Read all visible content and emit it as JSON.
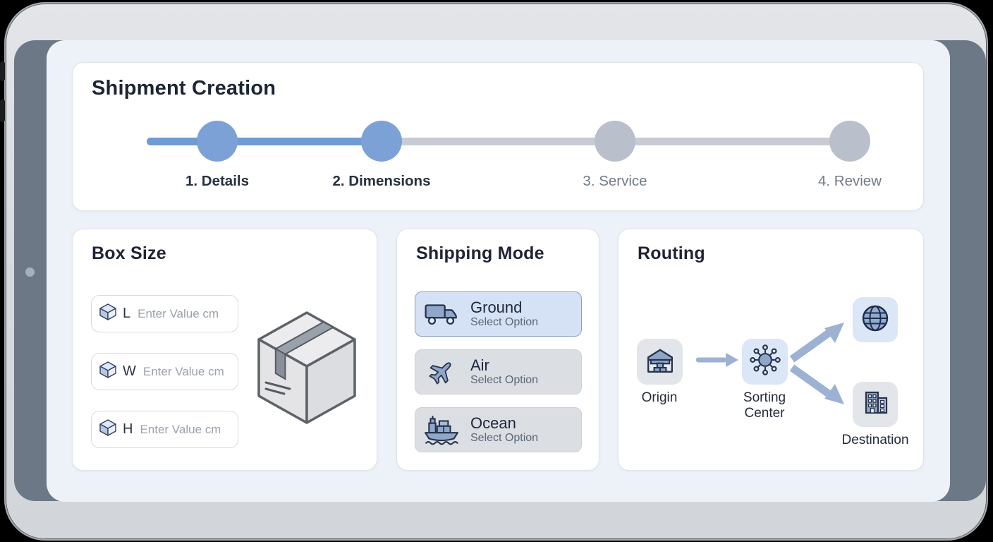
{
  "colors": {
    "accent_blue": "#7ba1d7",
    "accent_blue_line": "#6f9bd3",
    "inactive_gray": "#b9c0cb",
    "selected_option_bg": "#d5e1f5",
    "selected_option_border": "#8aa0c2",
    "screen_bg": "#edf2f8",
    "bezel_slate": "#6d7887",
    "shell_silver": "#d7dade",
    "arrow_blue": "#9db1d3"
  },
  "header": {
    "title": "Shipment Creation",
    "steps": [
      {
        "label": "1. Details",
        "state": "active"
      },
      {
        "label": "2. Dimensions",
        "state": "active"
      },
      {
        "label": "3. Service",
        "state": "inactive"
      },
      {
        "label": "4. Review",
        "state": "inactive"
      }
    ]
  },
  "box_size": {
    "title": "Box Size",
    "fields": [
      {
        "dimension": "L",
        "value": "",
        "placeholder": "Enter Value cm",
        "icon": "cube-icon"
      },
      {
        "dimension": "W",
        "value": "",
        "placeholder": "Enter Value cm",
        "icon": "cube-icon"
      },
      {
        "dimension": "H",
        "value": "",
        "placeholder": "Enter Value cm",
        "icon": "cube-icon"
      }
    ],
    "illustration": "cardboard-box"
  },
  "shipping_mode": {
    "title": "Shipping Mode",
    "options": [
      {
        "label": "Ground",
        "sublabel": "Select Option",
        "icon": "truck-icon",
        "selected": true
      },
      {
        "label": "Air",
        "sublabel": "Select Option",
        "icon": "plane-icon",
        "selected": false
      },
      {
        "label": "Ocean",
        "sublabel": "Select Option",
        "icon": "ship-icon",
        "selected": false
      }
    ]
  },
  "routing": {
    "title": "Routing",
    "nodes": [
      {
        "label": "Origin",
        "icon": "warehouse-icon",
        "tone": "gray"
      },
      {
        "label": "Sorting Center",
        "icon": "hub-icon",
        "tone": "blue"
      },
      {
        "label": "",
        "icon": "globe-icon",
        "tone": "blue"
      },
      {
        "label": "Destination",
        "icon": "buildings-icon",
        "tone": "gray"
      }
    ]
  }
}
